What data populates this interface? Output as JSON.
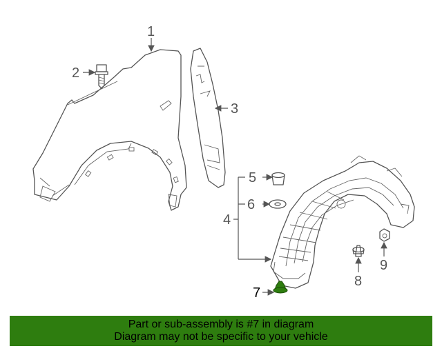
{
  "callouts": [
    "1",
    "2",
    "3",
    "4",
    "5",
    "6",
    "7",
    "8",
    "9"
  ],
  "highlight_color": "#2e7d0f",
  "banner": {
    "line1": "Part or sub-assembly is #7 in diagram",
    "line2": "Diagram may not be specific to your vehicle"
  }
}
